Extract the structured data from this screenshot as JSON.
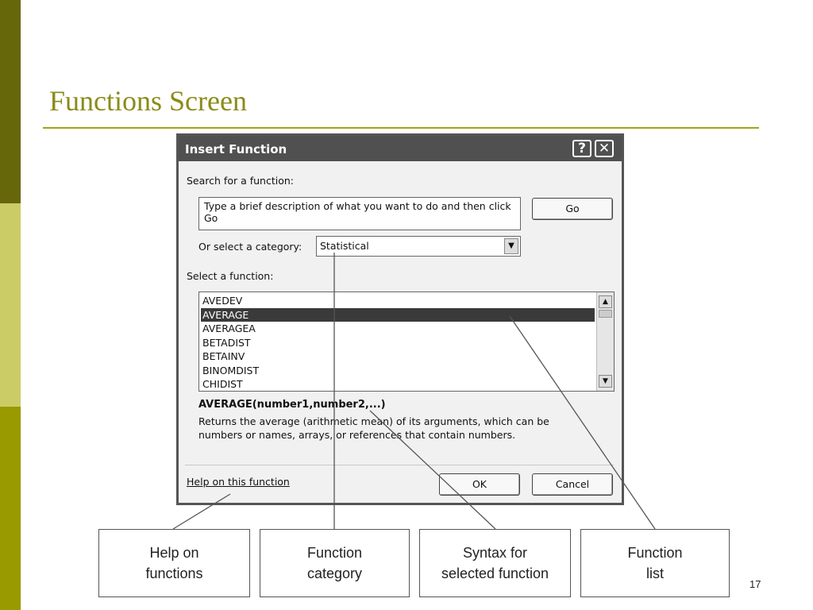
{
  "slide": {
    "title": "Functions Screen",
    "page_number": "17"
  },
  "colors": {
    "accent_dark": "#66660a",
    "accent_light": "#cccc66",
    "accent_mid": "#999900",
    "title": "#8b8b1a"
  },
  "dialog": {
    "title": "Insert Function",
    "help_label": "?",
    "close_label": "✕",
    "search_label": "Search for a function:",
    "search_value": "Type a brief description of what you want to do and then click Go",
    "go_label": "Go",
    "category_label": "Or select a category:",
    "category_value": "Statistical",
    "function_label": "Select a function:",
    "functions": [
      "AVEDEV",
      "AVERAGE",
      "AVERAGEA",
      "BETADIST",
      "BETAINV",
      "BINOMDIST",
      "CHIDIST"
    ],
    "selected_function": "AVERAGE",
    "syntax": "AVERAGE(number1,number2,...)",
    "description": "Returns the average (arithmetic mean) of its arguments, which can be numbers or names, arrays, or references that contain numbers.",
    "help_link": "Help on this function",
    "ok_label": "OK",
    "cancel_label": "Cancel"
  },
  "callouts": [
    "Help on\nfunctions",
    "Function\ncategory",
    "Syntax for\nselected function",
    "Function\nlist"
  ]
}
